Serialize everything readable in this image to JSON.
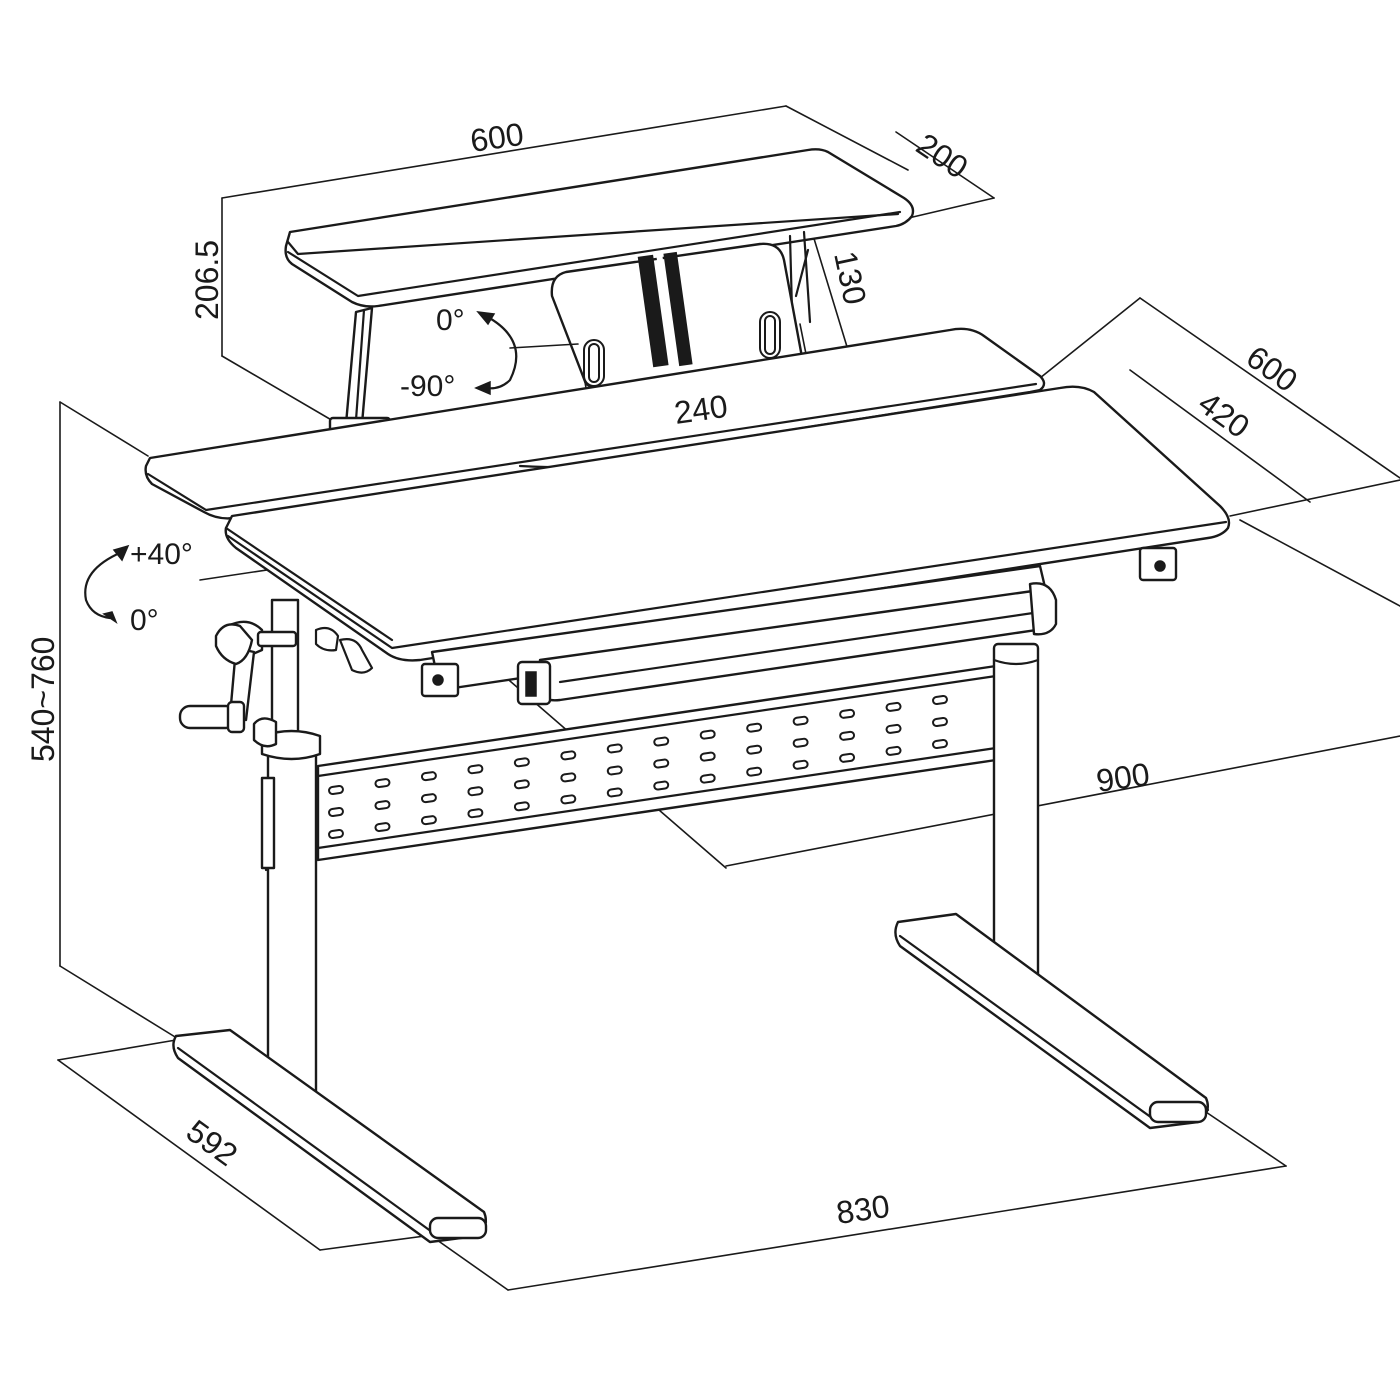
{
  "dimensions": {
    "shelf_width": "600",
    "shelf_depth": "200",
    "shelf_height": "206.5",
    "holder_height": "130",
    "holder_width": "240",
    "desk_depth": "600",
    "top_depth": "420",
    "desk_width": "900",
    "desk_height": "540~760",
    "base_depth": "592",
    "base_width": "830"
  },
  "angles": {
    "holder_up": "0°",
    "holder_down": "-90°",
    "tilt_max": "+40°",
    "tilt_min": "0°"
  },
  "colors": {
    "line": "#1a1a1a",
    "background": "#ffffff"
  }
}
